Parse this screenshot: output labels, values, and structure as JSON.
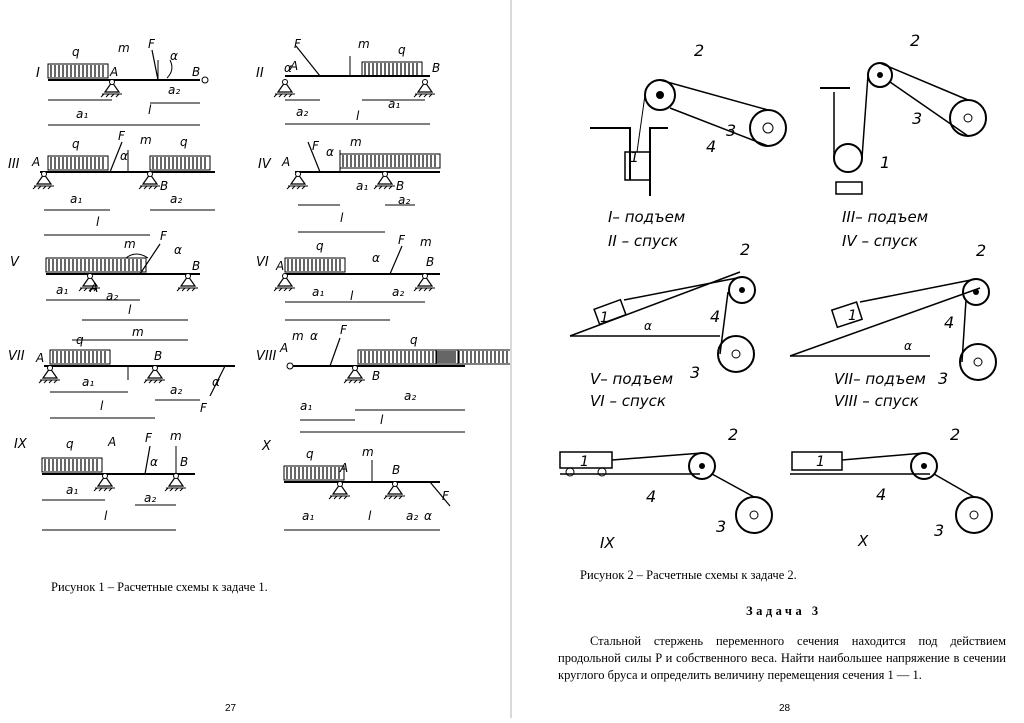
{
  "left_page": {
    "figure_caption": "Рисунок 1 – Расчетные схемы к задаче 1.",
    "page_number": "27",
    "schemes": [
      {
        "id": "I",
        "labels": [
          "q",
          "m",
          "F",
          "α",
          "A",
          "B",
          "a₁",
          "a₂",
          "l"
        ]
      },
      {
        "id": "II",
        "labels": [
          "F",
          "m",
          "q",
          "α",
          "A",
          "B",
          "a₂",
          "a₁",
          "l"
        ]
      },
      {
        "id": "III",
        "labels": [
          "F",
          "m",
          "q",
          "α",
          "A",
          "B",
          "a₁",
          "a₂",
          "l"
        ]
      },
      {
        "id": "IV",
        "labels": [
          "F",
          "m",
          "α",
          "A",
          "B",
          "a₁",
          "a₂",
          "l"
        ]
      },
      {
        "id": "V",
        "labels": [
          "m",
          "F",
          "α",
          "A",
          "B",
          "a₁",
          "a₂",
          "l",
          "m"
        ]
      },
      {
        "id": "VI",
        "labels": [
          "q",
          "F",
          "m",
          "α",
          "A",
          "B",
          "a₁",
          "a₂",
          "l"
        ]
      },
      {
        "id": "VII",
        "labels": [
          "q",
          "A",
          "B",
          "α",
          "F",
          "a₁",
          "a₂",
          "l"
        ]
      },
      {
        "id": "VIII",
        "labels": [
          "m",
          "α",
          "F",
          "q",
          "A",
          "B",
          "a₁",
          "a₂",
          "l"
        ]
      },
      {
        "id": "IX",
        "labels": [
          "q",
          "A",
          "F",
          "α",
          "m",
          "B",
          "a₁",
          "a₂",
          "l"
        ]
      },
      {
        "id": "X",
        "labels": [
          "q",
          "A",
          "m",
          "B",
          "F",
          "α",
          "a₁",
          "a₂",
          "l"
        ]
      }
    ]
  },
  "right_page": {
    "figure_caption": "Рисунок 2 – Расчетные схемы к задаче 2.",
    "page_number": "28",
    "schemes": [
      {
        "id": "I-II",
        "line1": "I– подъем",
        "line2": "II – спуск"
      },
      {
        "id": "III-IV",
        "line1": "III– подъем",
        "line2": "IV – спуск"
      },
      {
        "id": "V-VI",
        "line1": "V– подъем",
        "line2": "VI – спуск"
      },
      {
        "id": "VII-VIII",
        "line1": "VII– подъем",
        "line2": "VIII – спуск"
      },
      {
        "id": "IX",
        "line1": "IX"
      },
      {
        "id": "X",
        "line1": "X"
      }
    ],
    "task_title": "Задача 3",
    "task_text": "Стальной стержень переменного сечения находится под действием продольной силы P и собственного веса. Найти наибольшее напряжение в сечении круглого бруса и определить величину перемещения сечения 1 — 1."
  }
}
